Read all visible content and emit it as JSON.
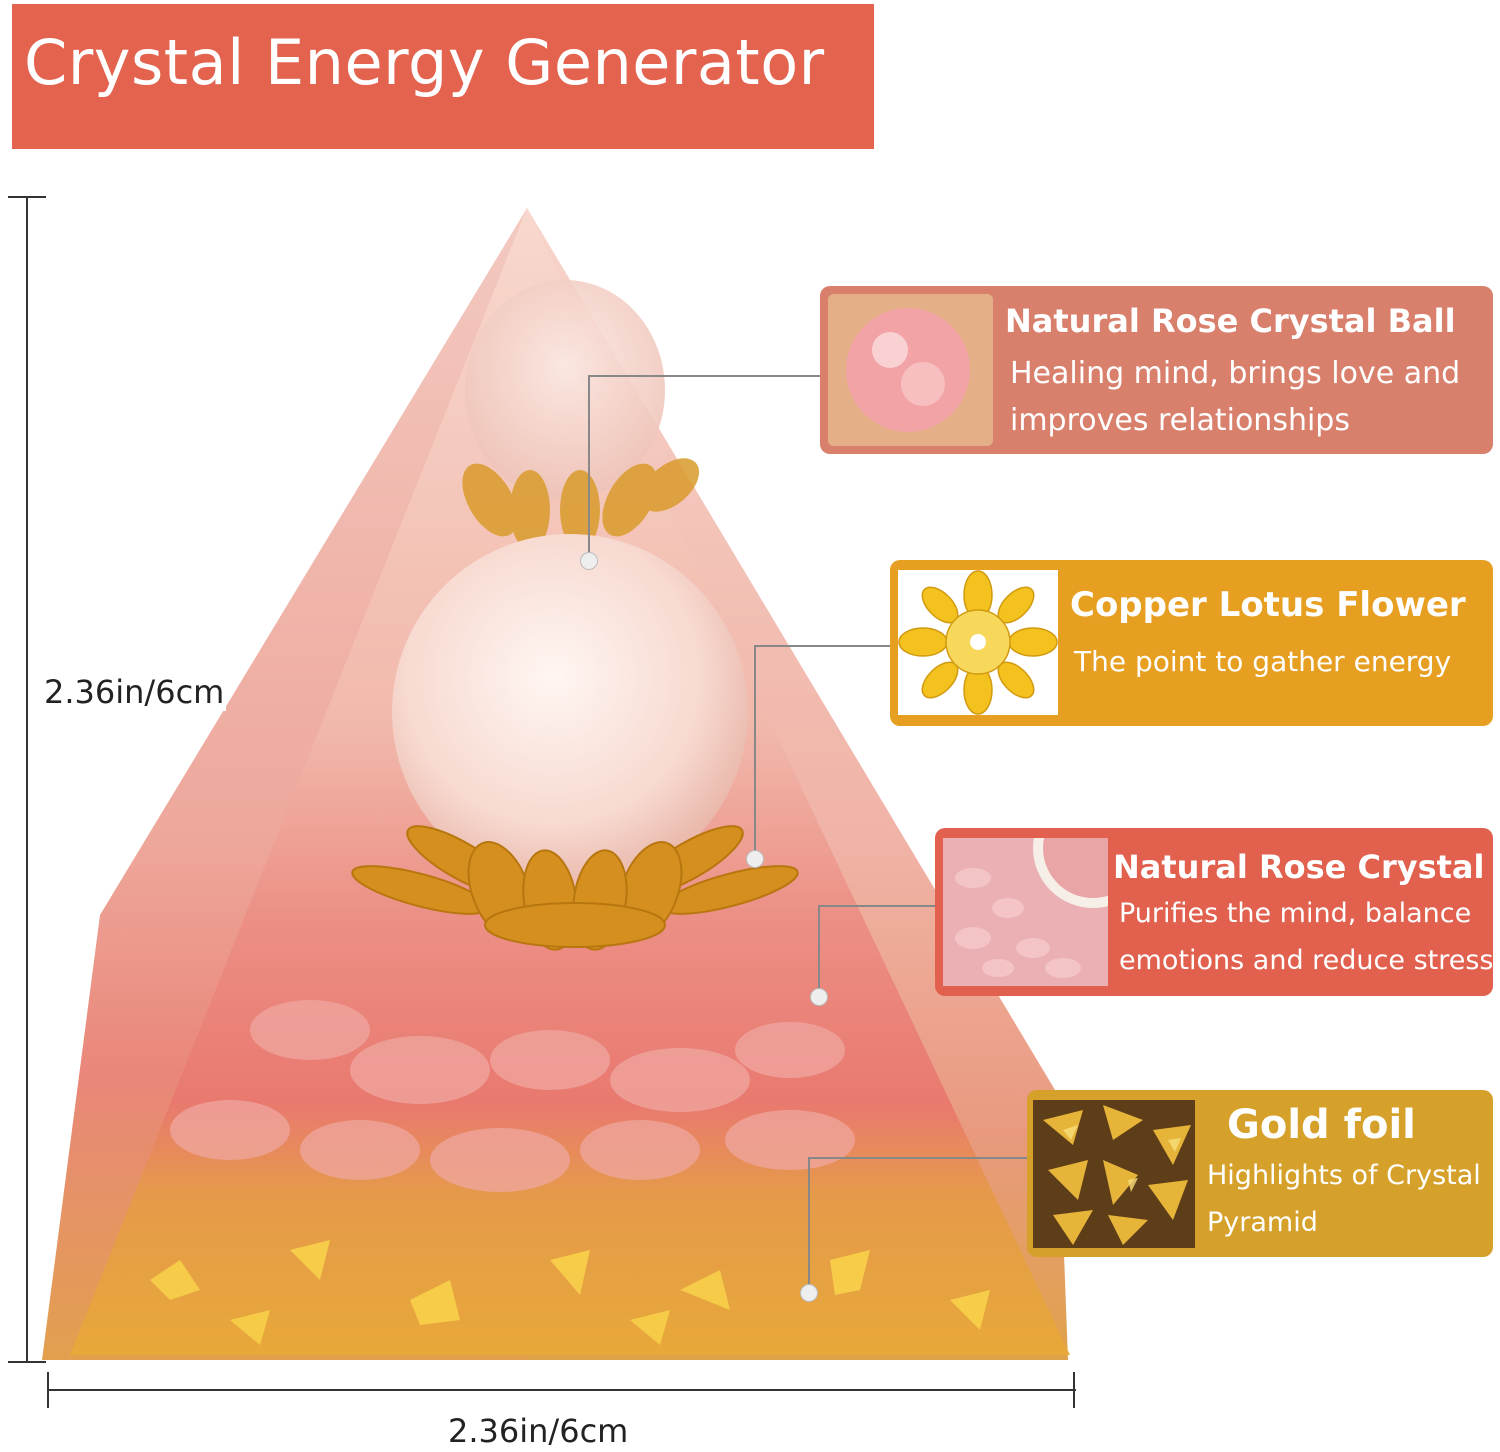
{
  "title": "Crystal Energy Generator",
  "dimensions": {
    "height_label": "2.36in/6cm",
    "width_label": "2.36in/6cm"
  },
  "callouts": [
    {
      "title": "Natural Rose Crystal Ball",
      "description": "Healing mind, brings love and improves relationships",
      "icon": "rose-quartz-ball-icon",
      "color": "#d9806c"
    },
    {
      "title": "Copper Lotus Flower",
      "description": "The point to gather energy",
      "icon": "lotus-flower-icon",
      "color": "#e79f22"
    },
    {
      "title": "Natural Rose Crystal",
      "description": "Purifies the mind, balance emotions and reduce stress",
      "icon": "rose-crystal-chips-icon",
      "color": "#e1604e"
    },
    {
      "title": "Gold foil",
      "description": "Highlights of Crystal Pyramid",
      "icon": "gold-foil-icon",
      "color": "#d6a12a"
    }
  ]
}
